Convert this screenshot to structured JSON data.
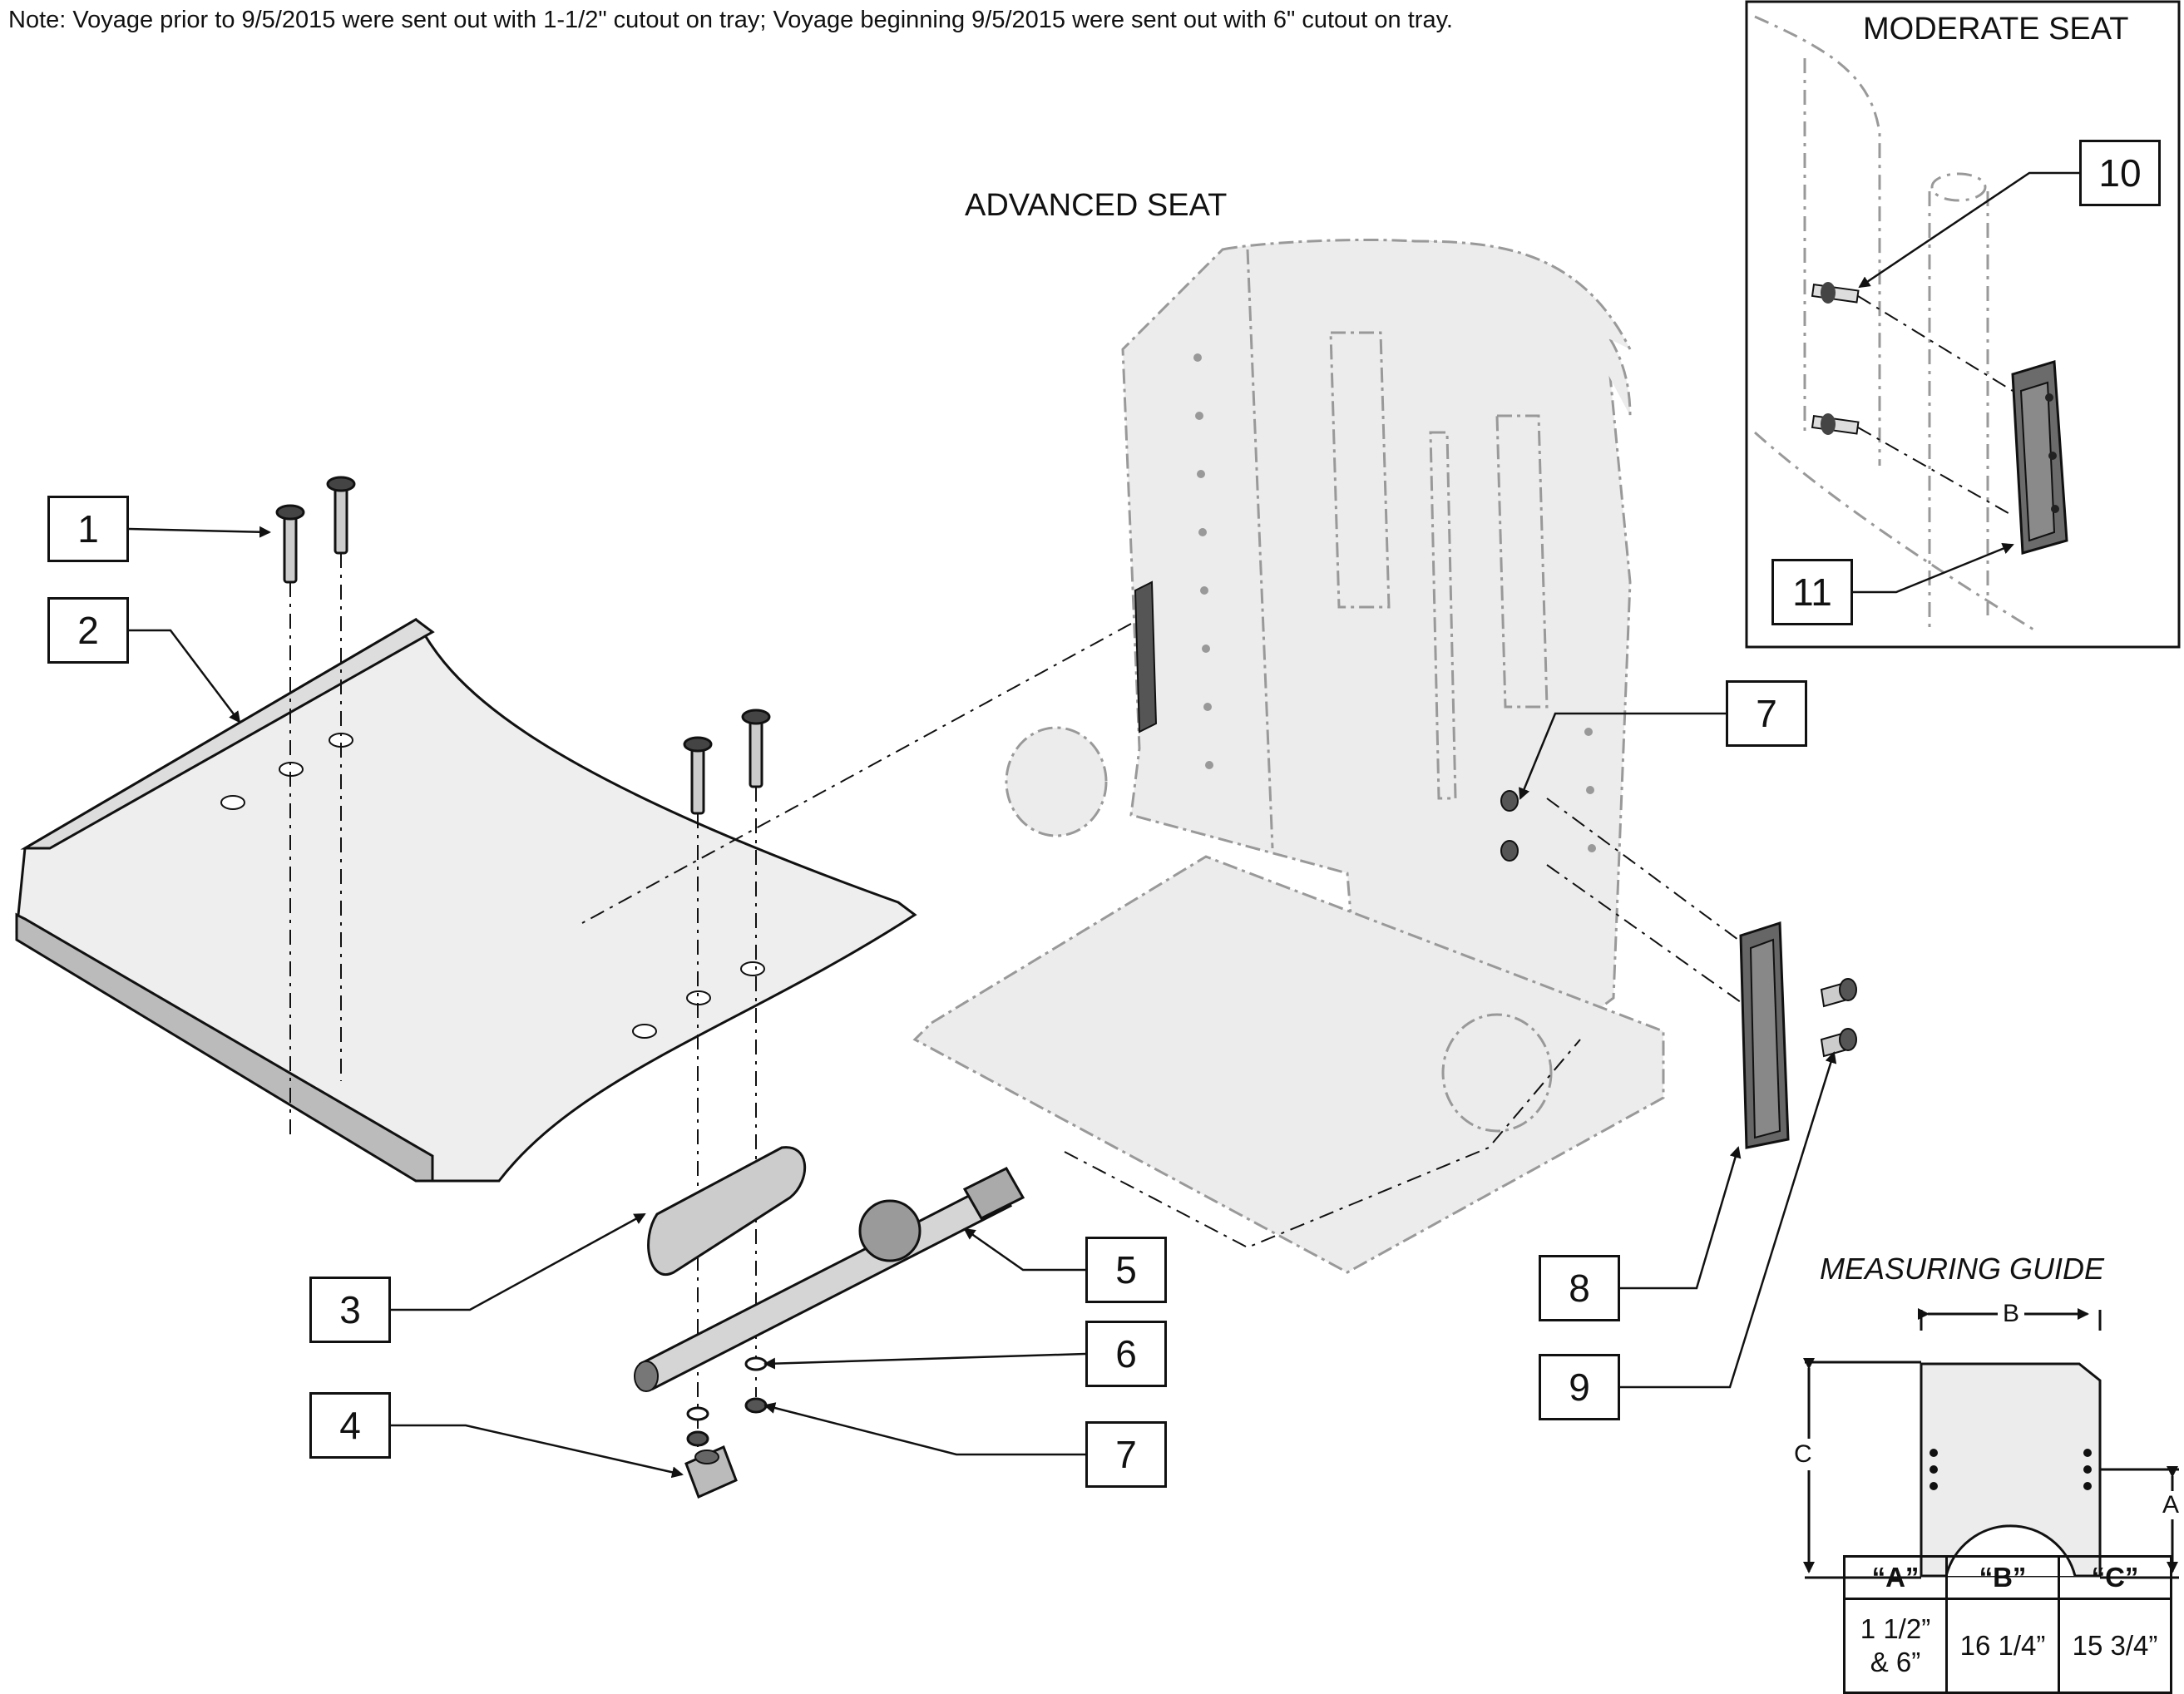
{
  "note": "Note: Voyage prior to 9/5/2015 were sent out with 1-1/2\" cutout on tray; Voyage beginning 9/5/2015 were sent out with 6\" cutout on tray.",
  "titles": {
    "advanced_seat": "ADVANCED SEAT",
    "moderate_seat": "MODERATE SEAT",
    "measuring_guide": "MEASURING GUIDE"
  },
  "callouts": [
    "1",
    "2",
    "3",
    "4",
    "5",
    "6",
    "7",
    "7",
    "8",
    "9",
    "10",
    "11"
  ],
  "measuring_guide": {
    "dim_labels": {
      "a": "A",
      "b": "B",
      "c": "C"
    },
    "table": {
      "headers": [
        "“A”",
        "“B”",
        "“C”"
      ],
      "a_line1": "1 1/2”",
      "a_line2": "& 6”",
      "b": "16 1/4”",
      "c": "15 3/4”"
    }
  },
  "colors": {
    "line": "#111111",
    "part_fill": "#e6e6e6",
    "part_dark": "#555555",
    "ghost": "#d9d9d9"
  }
}
